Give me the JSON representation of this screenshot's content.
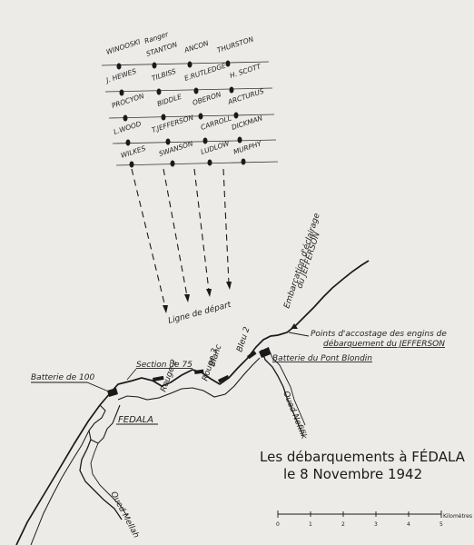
{
  "title": {
    "line1": "Les débarquements à FÉDALA",
    "line2": "le 8 Novembre 1942"
  },
  "ships": {
    "row1": [
      "WINOOSKI",
      "Ranger",
      "STANTON",
      "ANCON",
      "THURSTON"
    ],
    "row2": [
      "J. HEWES",
      "TILBISS",
      "E.RUTLEDGE",
      "H. SCOTT"
    ],
    "row3": [
      "PROCYON",
      "BIDDLE",
      "OBERON",
      "ARCTURUS"
    ],
    "row4": [
      "L.WOOD",
      "T.JEFFERSON",
      "CARROLL",
      "DICKMAN"
    ],
    "row5": [
      "WILKES",
      "SWANSON",
      "LUDLOW",
      "MURPHY"
    ]
  },
  "labels": {
    "ligne_depart": "Ligne de départ",
    "embarcation": "Embarcation d'éclairage",
    "embarcation_2": "du JEFFERSON",
    "points_accostage": "Points d'accostage des engins de",
    "points_accostage_2": "débarquement du JEFFERSON",
    "batterie_pont": "Batterie du Pont Blondin",
    "batterie_100": "Batterie de 100",
    "section_75": "Section de 75",
    "rouge2": "Rouge 2",
    "rouge3": "Rouge 3",
    "blanc": "Blanc",
    "bleu2": "Bleu 2",
    "fedala": "FEDALA",
    "oued_nefifik": "Oued Nefifik",
    "oued_mellah": "Oued Mellah"
  },
  "scale": {
    "ticks": [
      "0",
      "1",
      "2",
      "3",
      "4",
      "5"
    ],
    "unit": "Kilomètres"
  }
}
